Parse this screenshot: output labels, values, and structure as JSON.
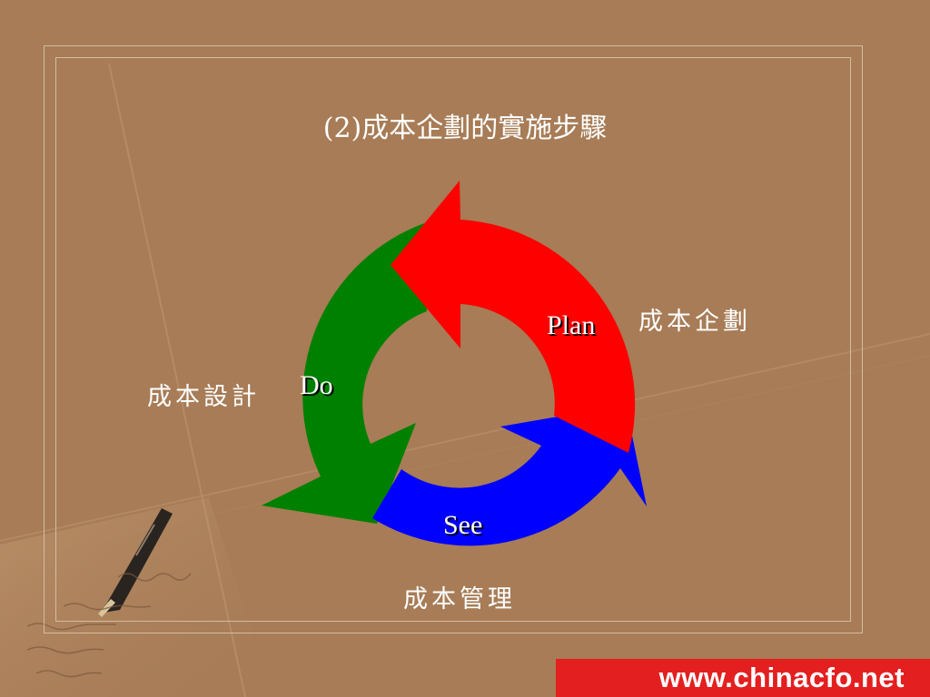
{
  "slide": {
    "title": "(2)成本企劃的實施步驟"
  },
  "cycle": {
    "phases": [
      {
        "id": "plan",
        "label": "Plan",
        "annotation": "成本企劃",
        "color": "#ff0000"
      },
      {
        "id": "do",
        "label": "Do",
        "annotation": "成本設計",
        "color": "#008000"
      },
      {
        "id": "see",
        "label": "See",
        "annotation": "成本管理",
        "color": "#0000ff"
      }
    ]
  },
  "branding": {
    "site": "www.chinacfo.net",
    "bar_color": "#e41f1f"
  },
  "colors": {
    "background": "#a77c56",
    "text": "#ffffff"
  }
}
